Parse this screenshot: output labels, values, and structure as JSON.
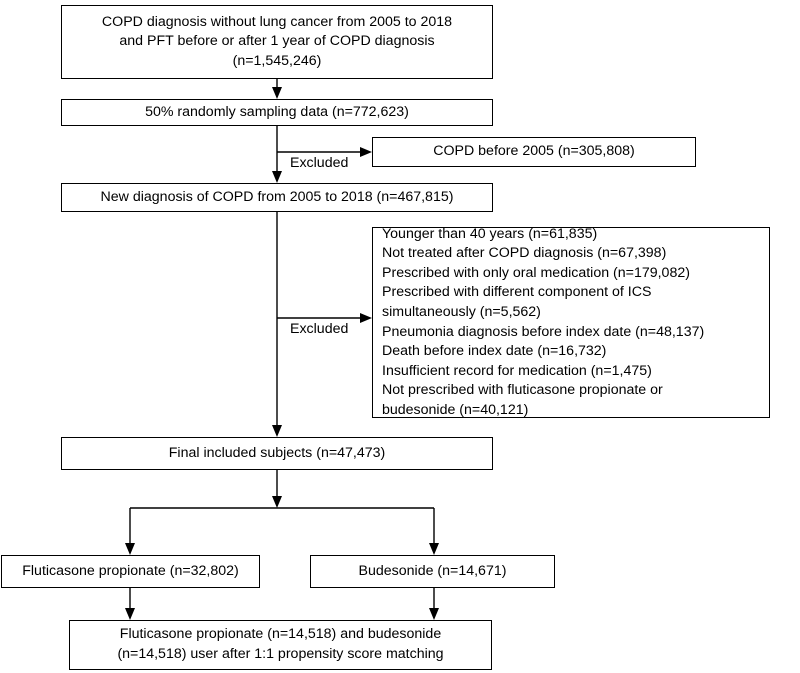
{
  "diagram": {
    "title": "COPD cohort selection flow diagram",
    "type": "flowchart",
    "nodes": {
      "source_cohort": {
        "id": "source-cohort-box",
        "lines": [
          "COPD diagnosis without lung cancer from 2005 to 2018",
          "and PFT before or after 1 year of COPD diagnosis",
          "(n=1,545,246)"
        ]
      },
      "sampling": {
        "id": "sampling-box",
        "lines": [
          "50% randomly sampling data (n=772,623)"
        ]
      },
      "excluded_prior_copd": {
        "id": "excluded-prior-copd-box",
        "lines": [
          "COPD before 2005 (n=305,808)"
        ]
      },
      "new_diagnosis": {
        "id": "new-diagnosis-box",
        "lines": [
          "New diagnosis of COPD from 2005 to 2018 (n=467,815)"
        ]
      },
      "excluded_criteria": {
        "id": "excluded-criteria-box",
        "lines": [
          "Younger than 40 years (n=61,835)",
          "Not treated after COPD diagnosis (n=67,398)",
          "Prescribed with only oral medication (n=179,082)",
          "Prescribed with different component of ICS",
          "simultaneously (n=5,562)",
          "Pneumonia diagnosis before index date (n=48,137)",
          "Death before index date (n=16,732)",
          "Insufficient record for medication (n=1,475)",
          "Not prescribed with fluticasone propionate or",
          "budesonide (n=40,121)"
        ]
      },
      "final_included": {
        "id": "final-included-box",
        "lines": [
          "Final included subjects (n=47,473)"
        ]
      },
      "fluticasone": {
        "id": "fluticasone-arm-box",
        "lines": [
          "Fluticasone propionate (n=32,802)"
        ]
      },
      "budesonide": {
        "id": "budesonide-arm-box",
        "lines": [
          "Budesonide (n=14,671)"
        ]
      },
      "matched": {
        "id": "matched-cohort-box",
        "lines": [
          "Fluticasone propionate (n=14,518) and budesonide",
          "(n=14,518) user after 1:1 propensity score matching"
        ]
      }
    },
    "edge_labels": {
      "excluded_1": "Excluded",
      "excluded_2": "Excluded"
    },
    "colors": {
      "stroke": "#000000",
      "fill": "#ffffff",
      "text": "#000000"
    }
  }
}
